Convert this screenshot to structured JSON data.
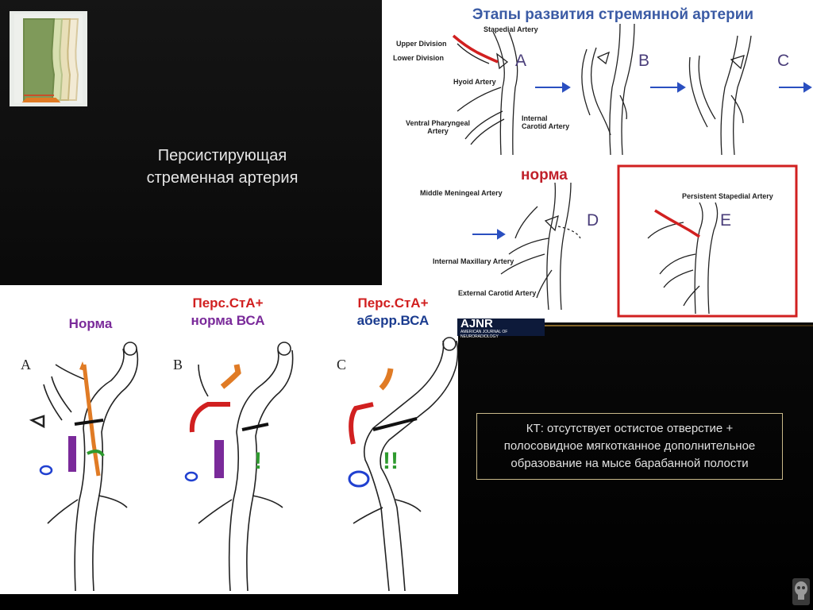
{
  "slide": {
    "subtitle_lines": [
      "Персистирующая",
      "стременная артерия"
    ],
    "stages_title": "Этапы развития стремянной артерии",
    "norma_label": "норма",
    "stage_letters": [
      "A",
      "B",
      "C",
      "D",
      "E"
    ],
    "top_labels": {
      "upper_division": "Upper Division",
      "lower_division": "Lower Division",
      "stapedial_artery": "Stapedial Artery",
      "hyoid_artery": "Hyoid Artery",
      "internal_carotid_1": "Internal",
      "internal_carotid_2": "Carotid Artery",
      "ventral_pharyngeal_1": "Ventral Pharyngeal",
      "ventral_pharyngeal_2": "Artery",
      "middle_meningeal": "Middle Meningeal Artery",
      "internal_maxillary": "Internal Maxillary Artery",
      "external_carotid": "External Carotid Artery",
      "persistent_stapedial": "Persistent Stapedial Artery"
    },
    "captions": {
      "a": {
        "line1": "Норма"
      },
      "b": {
        "line1": "Перс.СтА+",
        "line2": "норма ВСА"
      },
      "c": {
        "line1": "Перс.СтА+",
        "line2": "аберр.ВСА"
      }
    },
    "panel_letters": [
      "A",
      "B",
      "C"
    ],
    "marks": {
      "b": "!",
      "c": "!!"
    },
    "ajnr": {
      "logo": "AJNR",
      "sub": "AMERICAN JOURNAL OF NEURORADIOLOGY"
    },
    "ct_text_lines": [
      "КТ: отсутствует остистое отверстие +",
      "полосовидное мягкотканное дополнительное",
      "образование на мысе барабанной полости"
    ],
    "colors": {
      "title_blue": "#3b5ba5",
      "red": "#d12020",
      "purple": "#7a2a9a",
      "navy": "#1a3b8f",
      "orange": "#e07b25",
      "green": "#2e9a2e",
      "blue": "#2040d0"
    },
    "icons": [
      "cylinders-logo-icon",
      "arrow-right-icon",
      "skull-icon"
    ]
  }
}
